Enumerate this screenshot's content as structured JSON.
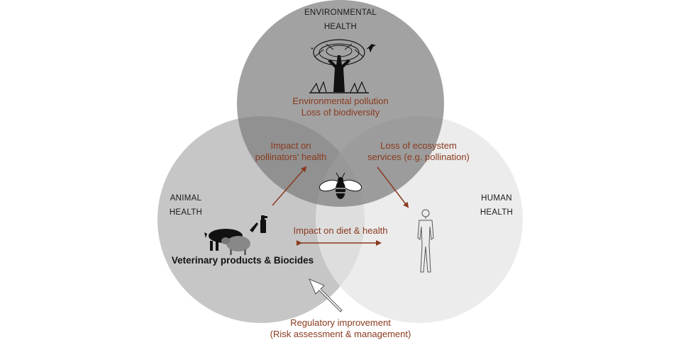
{
  "circles": {
    "environmental": {
      "line1": "ENVIRONMENTAL",
      "line2": "HEALTH"
    },
    "animal": {
      "line1": "ANIMAL",
      "line2": "HEALTH"
    },
    "human": {
      "line1": "HUMAN",
      "line2": "HEALTH"
    }
  },
  "labels": {
    "env_effects_1": "Environmental pollution",
    "env_effects_2": "Loss of biodiversity",
    "pollinators_1": "Impact on",
    "pollinators_2": "pollinators' health",
    "ecosystem_1": "Loss of ecosystem",
    "ecosystem_2": "services (e.g. pollination)",
    "diet": "Impact on diet & health",
    "products": "Veterinary products & Biocides",
    "regulatory_1": "Regulatory improvement",
    "regulatory_2": "(Risk assessment & management)"
  },
  "colors": {
    "env_circle": "#8e8e8e",
    "animal_circle": "#c4c4c4",
    "human_circle": "#ececec",
    "arrow": "#8a3a1e"
  },
  "icons": [
    "tree-icon",
    "bird-icon",
    "bee-icon",
    "pig-icon",
    "sheep-icon",
    "spray-bottle-icon",
    "human-figure-icon"
  ]
}
